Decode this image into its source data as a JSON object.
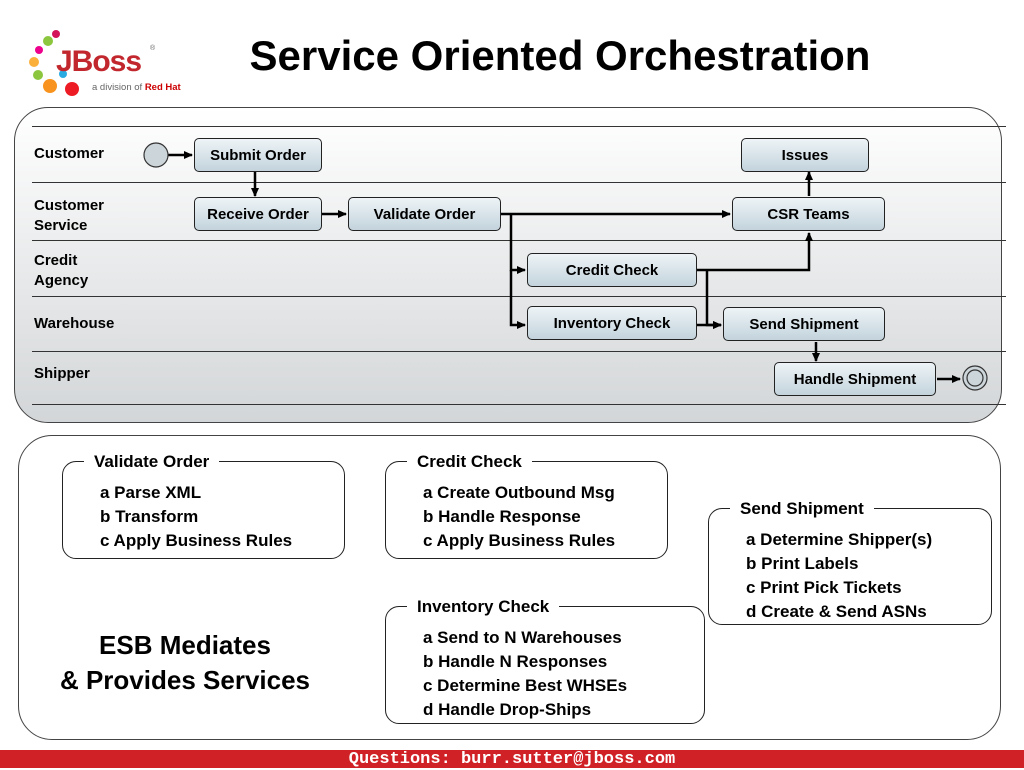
{
  "logo": {
    "brand": "JBoss",
    "tagline_prefix": "a division of",
    "tagline_brand": "Red Hat"
  },
  "title": "Service Oriented Orchestration",
  "swimlanes": {
    "lanes": [
      "Customer",
      "Customer Service",
      "Credit Agency",
      "Warehouse",
      "Shipper"
    ],
    "boxes": {
      "submit_order": "Submit Order",
      "issues": "Issues",
      "receive_order": "Receive Order",
      "validate_order": "Validate Order",
      "csr_teams": "CSR Teams",
      "credit_check": "Credit Check",
      "inventory_check": "Inventory Check",
      "send_shipment": "Send Shipment",
      "handle_shipment": "Handle Shipment"
    }
  },
  "services": [
    {
      "title": "Validate Order",
      "steps": [
        "a Parse XML",
        "b Transform",
        "c Apply Business Rules"
      ]
    },
    {
      "title": "Credit Check",
      "steps": [
        "a Create Outbound Msg",
        "b Handle Response",
        "c Apply Business Rules"
      ]
    },
    {
      "title": "Send Shipment",
      "steps": [
        "a Determine Shipper(s)",
        "b Print Labels",
        "c Print Pick Tickets",
        "d Create & Send ASNs"
      ]
    },
    {
      "title": "Inventory Check",
      "steps": [
        "a Send to N Warehouses",
        "b Handle N Responses",
        "c Determine Best WHSEs",
        "d Handle Drop-Ships"
      ]
    }
  ],
  "esb": {
    "line1": "ESB Mediates",
    "line2": "& Provides Services"
  },
  "footer": "Questions: burr.sutter@jboss.com",
  "colors": {
    "footer_bg": "#d02127",
    "box_fill": "#c3d3dc",
    "brand_red": "#cc0000"
  }
}
